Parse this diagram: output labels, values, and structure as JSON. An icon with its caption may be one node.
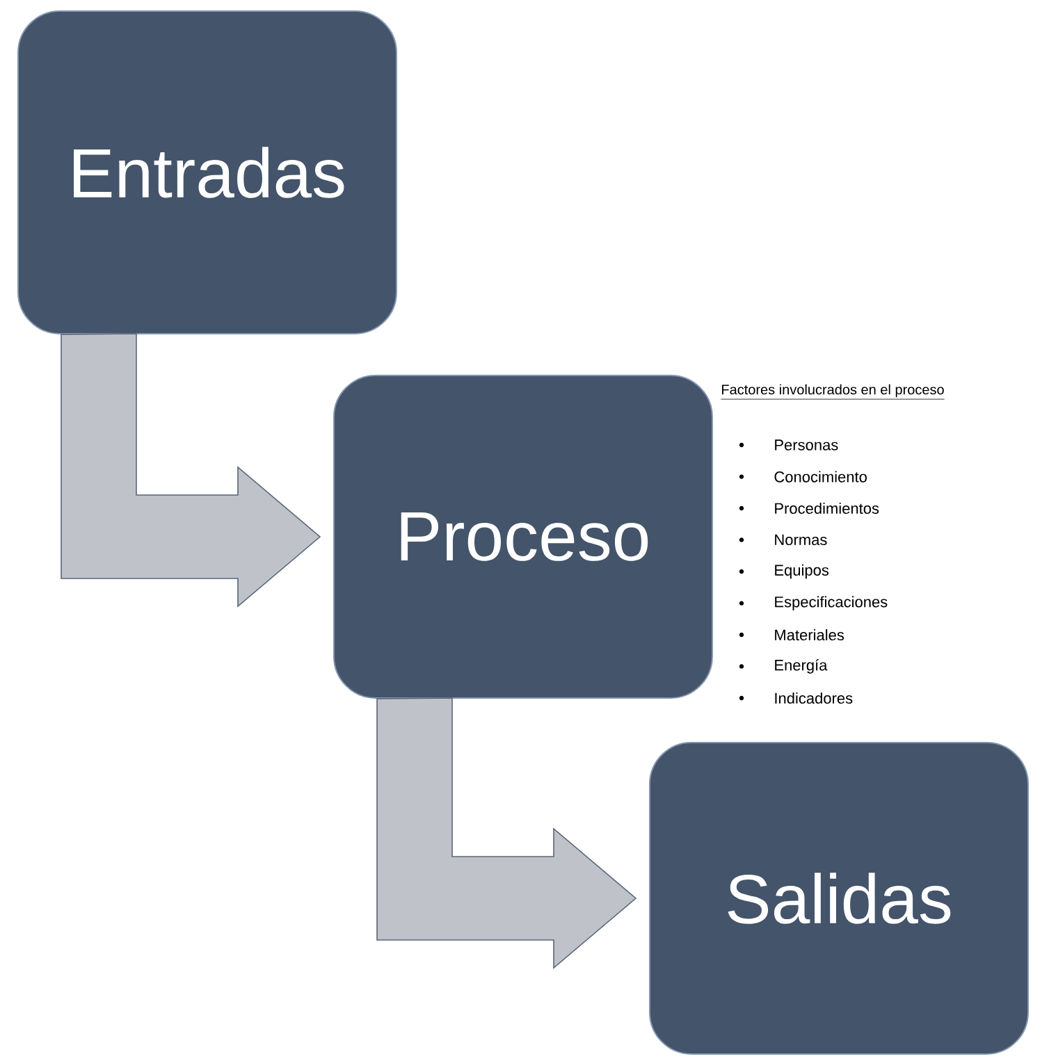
{
  "diagram": {
    "nodes": [
      {
        "text": [
          "Entradas"
        ]
      },
      {
        "text": [
          "Proceso"
        ]
      },
      {
        "text": [
          "Salidas"
        ]
      }
    ],
    "edges": [
      {
        "from": 0,
        "to": 1,
        "arrow": "to"
      },
      {
        "from": 1,
        "to": 2,
        "arrow": "to"
      }
    ],
    "labels": [
      "Factores involucrados  en el proceso",
      "Personas",
      "Conocimiento",
      "Procedimientos",
      "Normas",
      "Equipos",
      "Especificaciones",
      "Materiales",
      "Energía",
      "Indicadores"
    ]
  }
}
